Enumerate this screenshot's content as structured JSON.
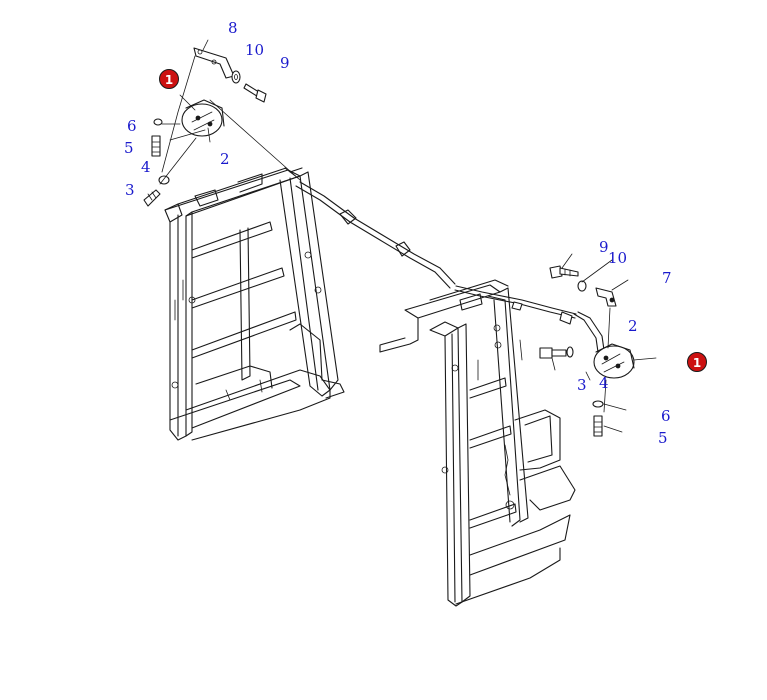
{
  "colors": {
    "callout_text": "#1a1acc",
    "ref_badge": "#cc1111",
    "line": "#1a1a1a"
  },
  "callouts": {
    "left": {
      "c8": "8",
      "c10": "10",
      "c9": "9",
      "c6": "6",
      "c5": "5",
      "c4": "4",
      "c3": "3",
      "c2": "2"
    },
    "right": {
      "c9": "9",
      "c10": "10",
      "c7": "7",
      "c2": "2",
      "c3": "3",
      "c4": "4",
      "c6": "6",
      "c5": "5"
    }
  },
  "reference_badges": {
    "left": "1",
    "right": "1"
  }
}
